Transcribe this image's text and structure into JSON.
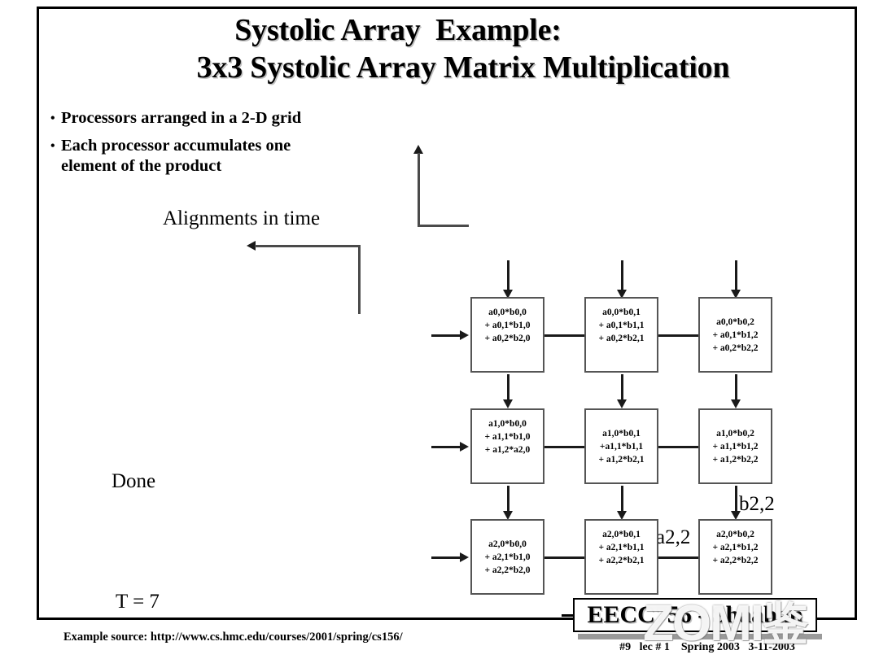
{
  "slide": {
    "title_line_1": "Systolic Array  Example:",
    "title_line_2": "3x3 Systolic Array Matrix Multiplication",
    "bullets": [
      {
        "marker": "•",
        "text": "Processors arranged in a 2-D grid"
      },
      {
        "marker": "•",
        "text": "Each processor accumulates one\nelement of the product"
      }
    ],
    "labels": {
      "alignments": "Alignments in time",
      "done": "Done",
      "time": "T = 7",
      "b22": "b2,2",
      "a22": "a2,2"
    }
  },
  "grid": {
    "rows": [
      {
        "cells": [
          {
            "id": "pe-0-0",
            "text": "a0,0*b0,0\n+ a0,1*b1,0\n+ a0,2*b2,0"
          },
          {
            "id": "pe-0-1",
            "text": "a0,0*b0,1\n+ a0,1*b1,1\n+ a0,2*b2,1"
          },
          {
            "id": "pe-0-2",
            "text": "a0,0*b0,2\n+ a0,1*b1,2\n+ a0,2*b2,2"
          }
        ]
      },
      {
        "cells": [
          {
            "id": "pe-1-0",
            "text": "a1,0*b0,0\n+ a1,1*b1,0\n+ a1,2*a2,0"
          },
          {
            "id": "pe-1-1",
            "text": "a1,0*b0,1\n+a1,1*b1,1\n+ a1,2*b2,1"
          },
          {
            "id": "pe-1-2",
            "text": "a1,0*b0,2\n+ a1,1*b1,2\n+ a1,2*b2,2"
          }
        ]
      },
      {
        "cells": [
          {
            "id": "pe-2-0",
            "text": "a2,0*b0,0\n+ a2,1*b1,0\n+ a2,2*b2,0"
          },
          {
            "id": "pe-2-1",
            "text": "a2,0*b0,1\n+ a2,1*b1,1\n+ a2,2*b2,1"
          },
          {
            "id": "pe-2-2",
            "text": "a2,0*b0,2\n+ a2,1*b1,2\n+ a2,2*b2,2"
          }
        ]
      }
    ]
  },
  "footer": {
    "source": "Example source:  http://www.cs.hmc.edu/courses/2001/spring/cs156/",
    "banner": "EECC756 - Shaaban",
    "meta": "#9   lec # 1    Spring 2003   3-11-2003"
  },
  "watermark": {
    "latin": "ZOMI",
    "cjk": "鉴"
  },
  "colors": {
    "ink": "#000000",
    "axis": "#4a4a4a",
    "cell_border": "#555555",
    "background": "#ffffff",
    "banner_shadow": "#9a9a9a"
  }
}
